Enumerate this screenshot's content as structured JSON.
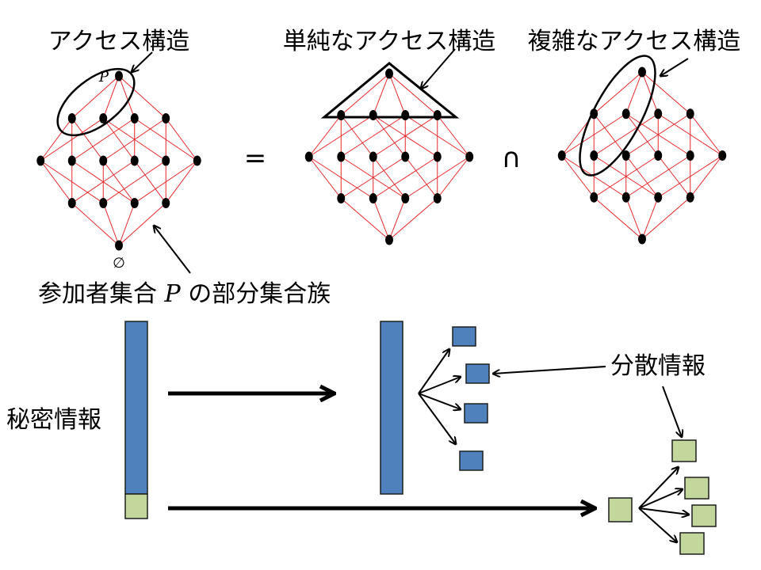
{
  "labels": {
    "access_structure": "アクセス構造",
    "simple_access": "単純なアクセス構造",
    "complex_access": "複雑なアクセス構造",
    "equals": "=",
    "intersection": "∩",
    "family_pre": "参加者集合 ",
    "family_p": "P",
    "family_post": " の部分集合族",
    "top_p": "P",
    "bottom_empty": "∅",
    "secret": "秘密情報",
    "shares": "分散情報"
  },
  "colors": {
    "lattice_edge": "#e8262a",
    "node": "#000000",
    "blue_block": "#4f81bd",
    "green_block": "#c3d69b",
    "block_border": "#1f1f1f"
  }
}
